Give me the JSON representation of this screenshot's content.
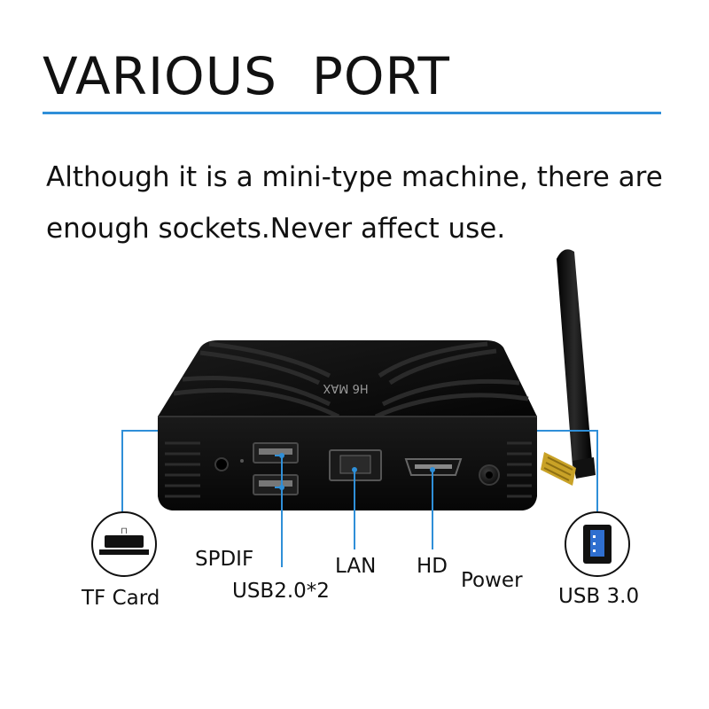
{
  "heading": "VARIOUS  PORT",
  "description": {
    "line1": "Although it is a mini-type machine, there are",
    "line2": "enough sockets.Never affect use."
  },
  "device_logo": "H6 MAX",
  "ports": {
    "tf_card": "TF Card",
    "spdif": "SPDIF",
    "usb2": "USB2.0*2",
    "lan": "LAN",
    "hd": "HD",
    "power": "Power",
    "usb3": "USB 3.0"
  },
  "colors": {
    "accent": "#2f8fd8",
    "device": "#0d0d0d",
    "antenna_connector": "#c9a227"
  }
}
